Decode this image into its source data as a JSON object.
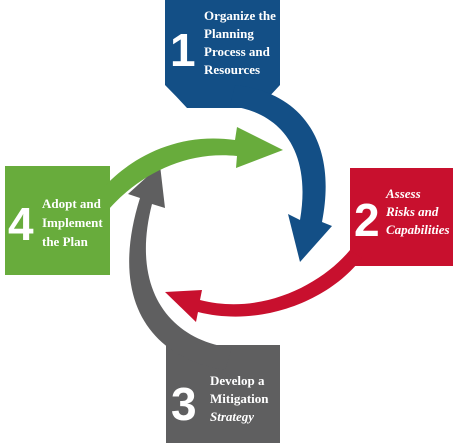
{
  "colors": {
    "step1": "#134f86",
    "step2": "#c8102e",
    "step3": "#5f5f60",
    "step4": "#68ac3c",
    "background": "#ffffff"
  },
  "steps": [
    {
      "number": "1",
      "lines": [
        "Organize the",
        "Planning",
        "Process and",
        "Resources"
      ]
    },
    {
      "number": "2",
      "lines": [
        "Assess",
        "Risks and",
        "Capabilities"
      ]
    },
    {
      "number": "3",
      "lines": [
        "Develop a",
        "Mitigation",
        "Strategy"
      ]
    },
    {
      "number": "4",
      "lines": [
        "Adopt and",
        "Implement",
        "the Plan"
      ]
    }
  ]
}
